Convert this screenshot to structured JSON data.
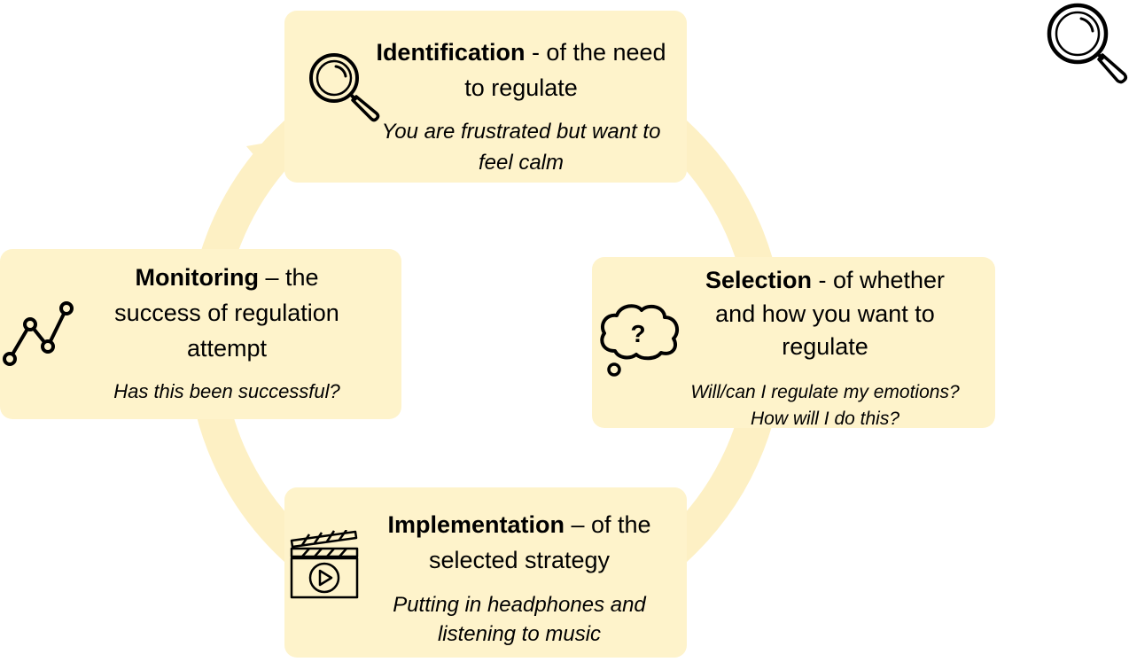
{
  "steps": [
    {
      "title": "Identification",
      "rest": " - of the need to regulate",
      "example": "You are frustrated but want to feel calm",
      "icon": "magnifier-icon"
    },
    {
      "title": "Selection",
      "rest": " - of whether and how you want to regulate",
      "example": "Will/can I regulate my emotions? How will I do this?",
      "icon": "question-thought-cloud-icon"
    },
    {
      "title": "Implementation",
      "rest": " – of the selected strategy",
      "example": "Putting in headphones and listening to music",
      "icon": "video-clapperboard-icon"
    },
    {
      "title": "Monitoring",
      "rest": " – the success of regulation attempt",
      "example": "Has this been successful?",
      "icon": "line-graph-icon"
    }
  ],
  "extra_icon": "magnifier-icon",
  "colors": {
    "box_fill": "#fef3cb",
    "cycle_arrow": "#fdf0c4",
    "icon_stroke": "#000000"
  }
}
